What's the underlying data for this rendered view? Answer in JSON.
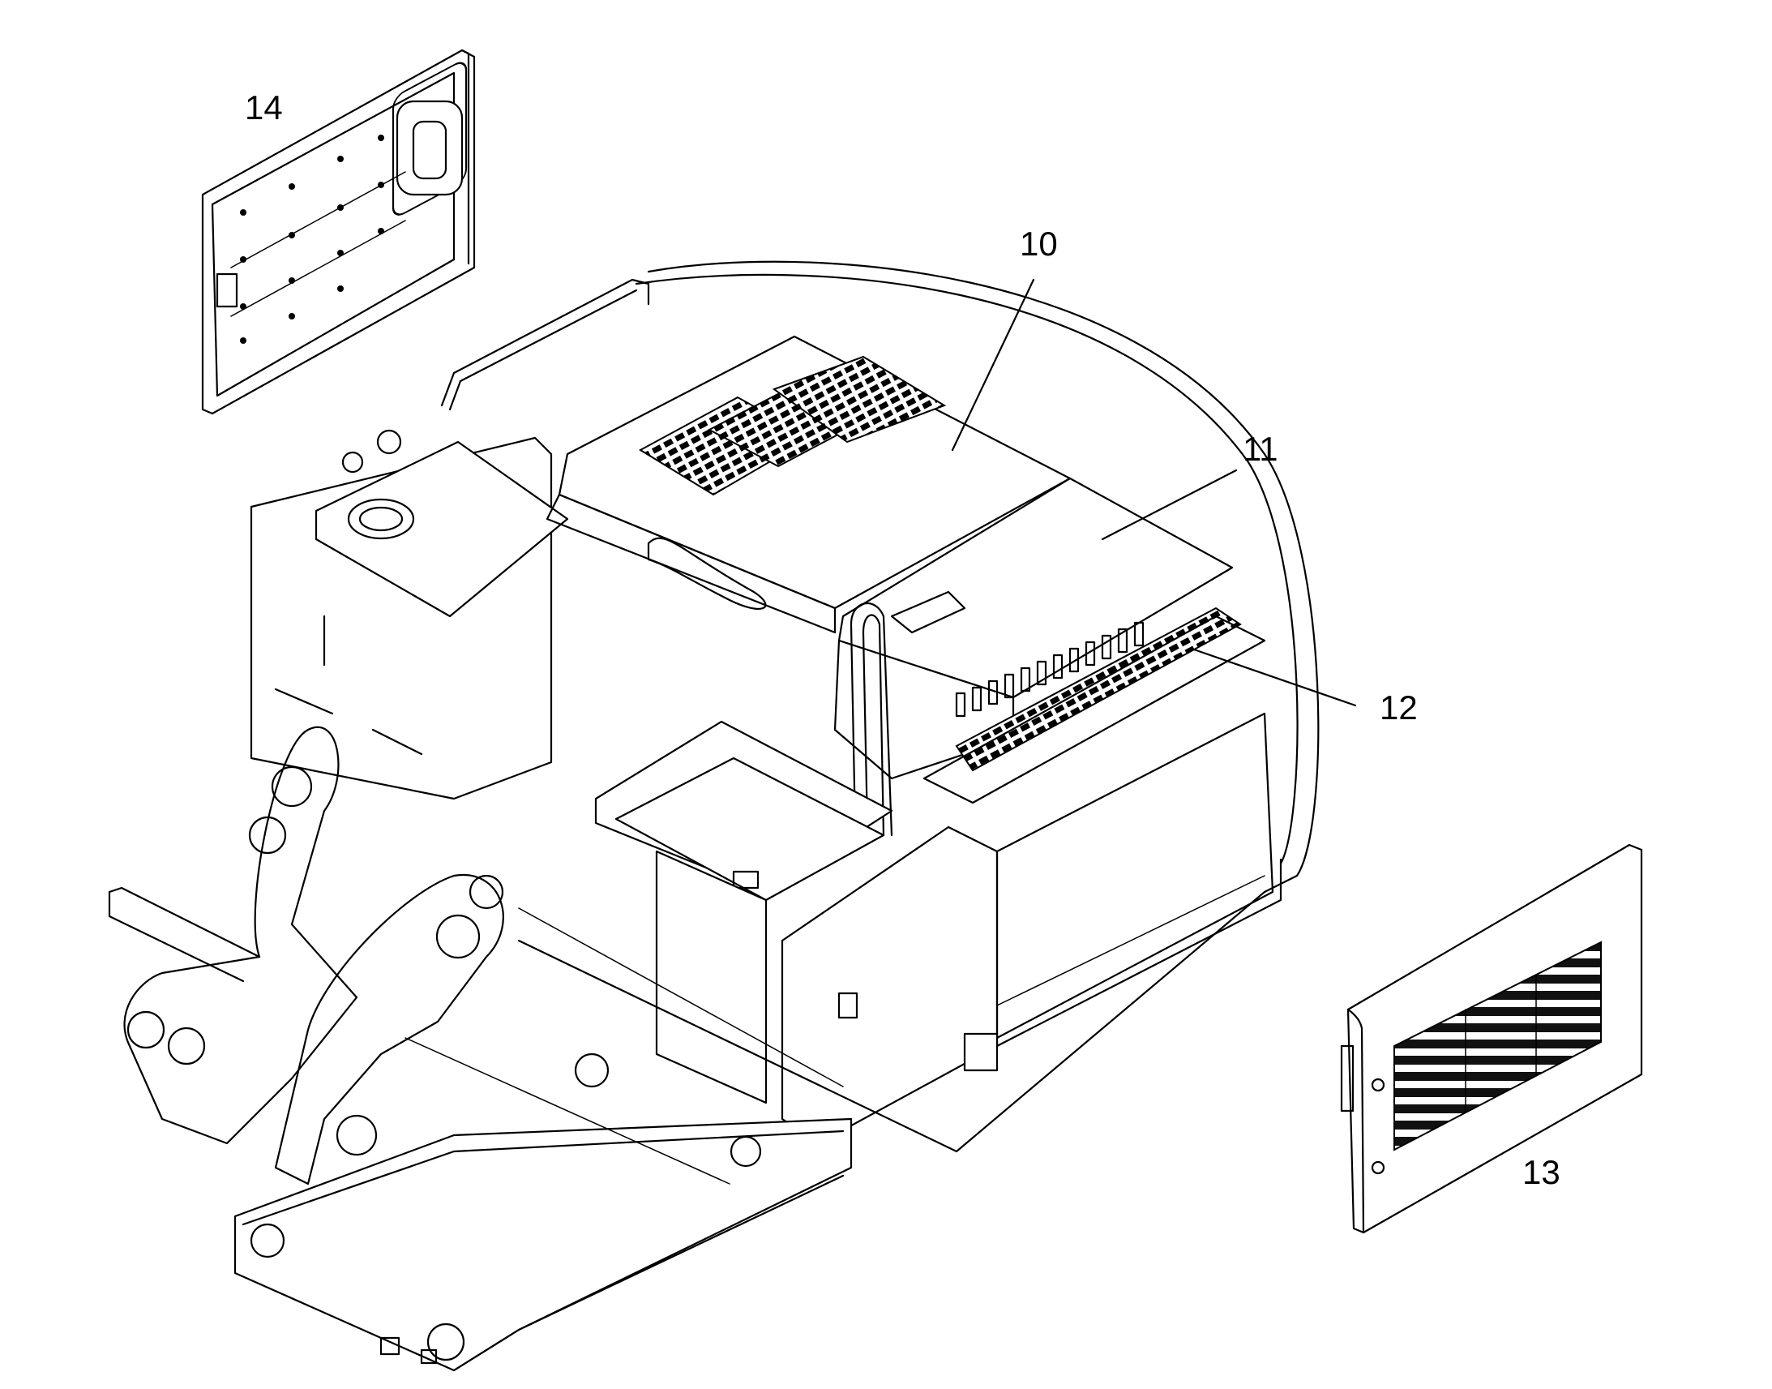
{
  "callouts": [
    {
      "id": "14",
      "text": "14"
    },
    {
      "id": "10",
      "text": "10"
    },
    {
      "id": "11",
      "text": "11"
    },
    {
      "id": "12",
      "text": "12"
    },
    {
      "id": "13",
      "text": "13"
    }
  ]
}
